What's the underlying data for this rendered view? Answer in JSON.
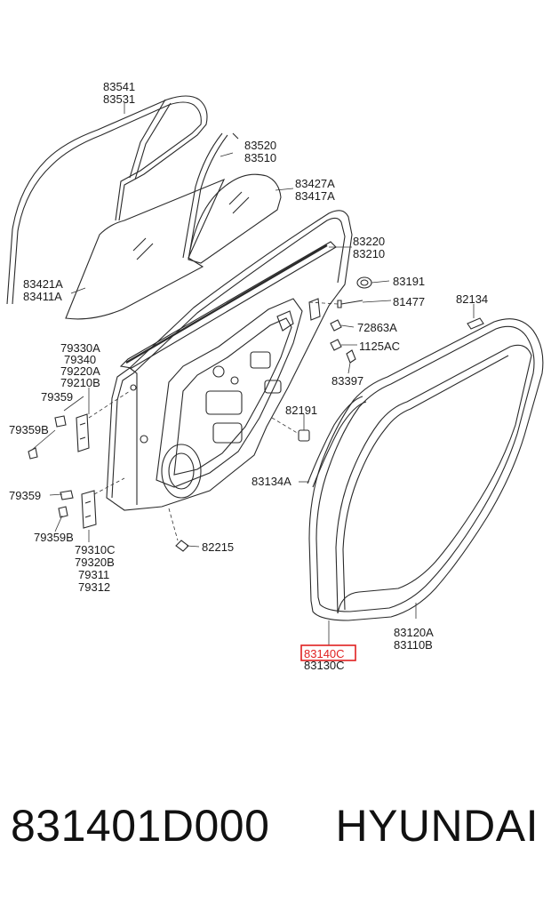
{
  "diagram": {
    "labels": {
      "l83541": "83541",
      "l83531": "83531",
      "l83520": "83520",
      "l83510": "83510",
      "l83427A": "83427A",
      "l83417A": "83417A",
      "l83220": "83220",
      "l83210": "83210",
      "l83421A": "83421A",
      "l83411A": "83411A",
      "l83191": "83191",
      "l81477": "81477",
      "l82134": "82134",
      "l72863A": "72863A",
      "l1125AC": "1125AC",
      "l79330A": "79330A",
      "l79340": "79340",
      "l79220A": "79220A",
      "l79210B": "79210B",
      "l79359a": "79359",
      "l79359Ba": "79359B",
      "l83397": "83397",
      "l82191": "82191",
      "l83134A": "83134A",
      "l79359b": "79359",
      "l79359Bb": "79359B",
      "l82215": "82215",
      "l79310C": "79310C",
      "l79320B": "79320B",
      "l79311": "79311",
      "l79312": "79312",
      "l83120A": "83120A",
      "l83110B": "83110B",
      "l83140C": "83140C",
      "l83130C": "83130C"
    },
    "highlighted_part": "83140C",
    "highlight_color": "#e02020"
  },
  "footer": {
    "part_number": "831401D000",
    "brand": "HYUNDAI"
  }
}
